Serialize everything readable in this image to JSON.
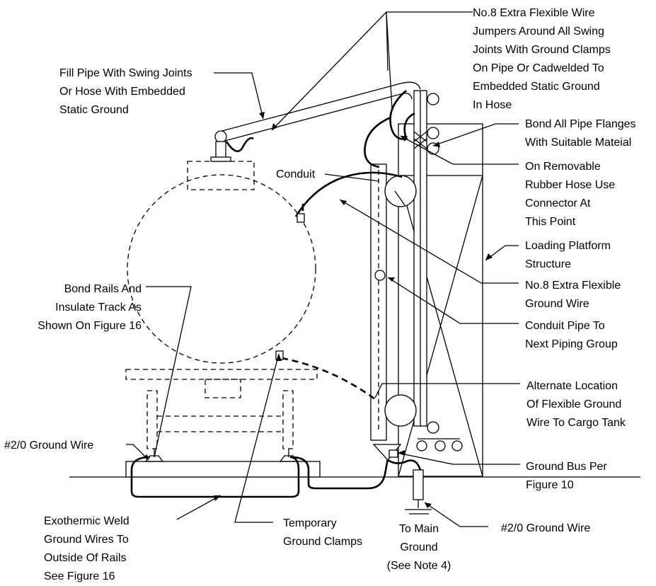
{
  "labels": {
    "jumpers": [
      "No.8 Extra Flexible Wire",
      "Jumpers Around All Swing",
      "Joints With Ground Clamps",
      "On Pipe Or Cadwelded To",
      "Embedded Static Ground",
      "In Hose"
    ],
    "fill_pipe": [
      "Fill Pipe With Swing Joints",
      "Or Hose With Embedded",
      "Static Ground"
    ],
    "bond_flanges": [
      "Bond All Pipe Flanges",
      "With Suitable Mateial"
    ],
    "conduit": [
      "Conduit"
    ],
    "removable_hose": [
      "On Removable",
      "Rubber Hose Use",
      "Connector At",
      "This Point"
    ],
    "loading_platform": [
      "Loading Platform",
      "Structure"
    ],
    "flexible_wire": [
      "No.8 Extra Flexible",
      "Ground Wire"
    ],
    "bond_rails": [
      "Bond Rails And",
      "Insulate Track As",
      "Shown On Figure 16"
    ],
    "conduit_pipe": [
      "Conduit Pipe To",
      "Next Piping Group"
    ],
    "alternate_location": [
      "Alternate Location",
      "Of Flexible Ground",
      "Wire To Cargo Tank"
    ],
    "ground_wire_left": [
      "#2/0 Ground Wire"
    ],
    "ground_bus": [
      "Ground Bus Per",
      "Figure 10"
    ],
    "exothermic_weld": [
      "Exothermic Weld",
      "Ground Wires To",
      "Outside Of Rails",
      "See Figure 16"
    ],
    "temporary_clamps": [
      "Temporary",
      "Ground Clamps"
    ],
    "main_ground": [
      "To Main",
      "Ground",
      "(See Note 4)"
    ],
    "ground_wire_right": [
      "#2/0 Ground Wire"
    ]
  }
}
